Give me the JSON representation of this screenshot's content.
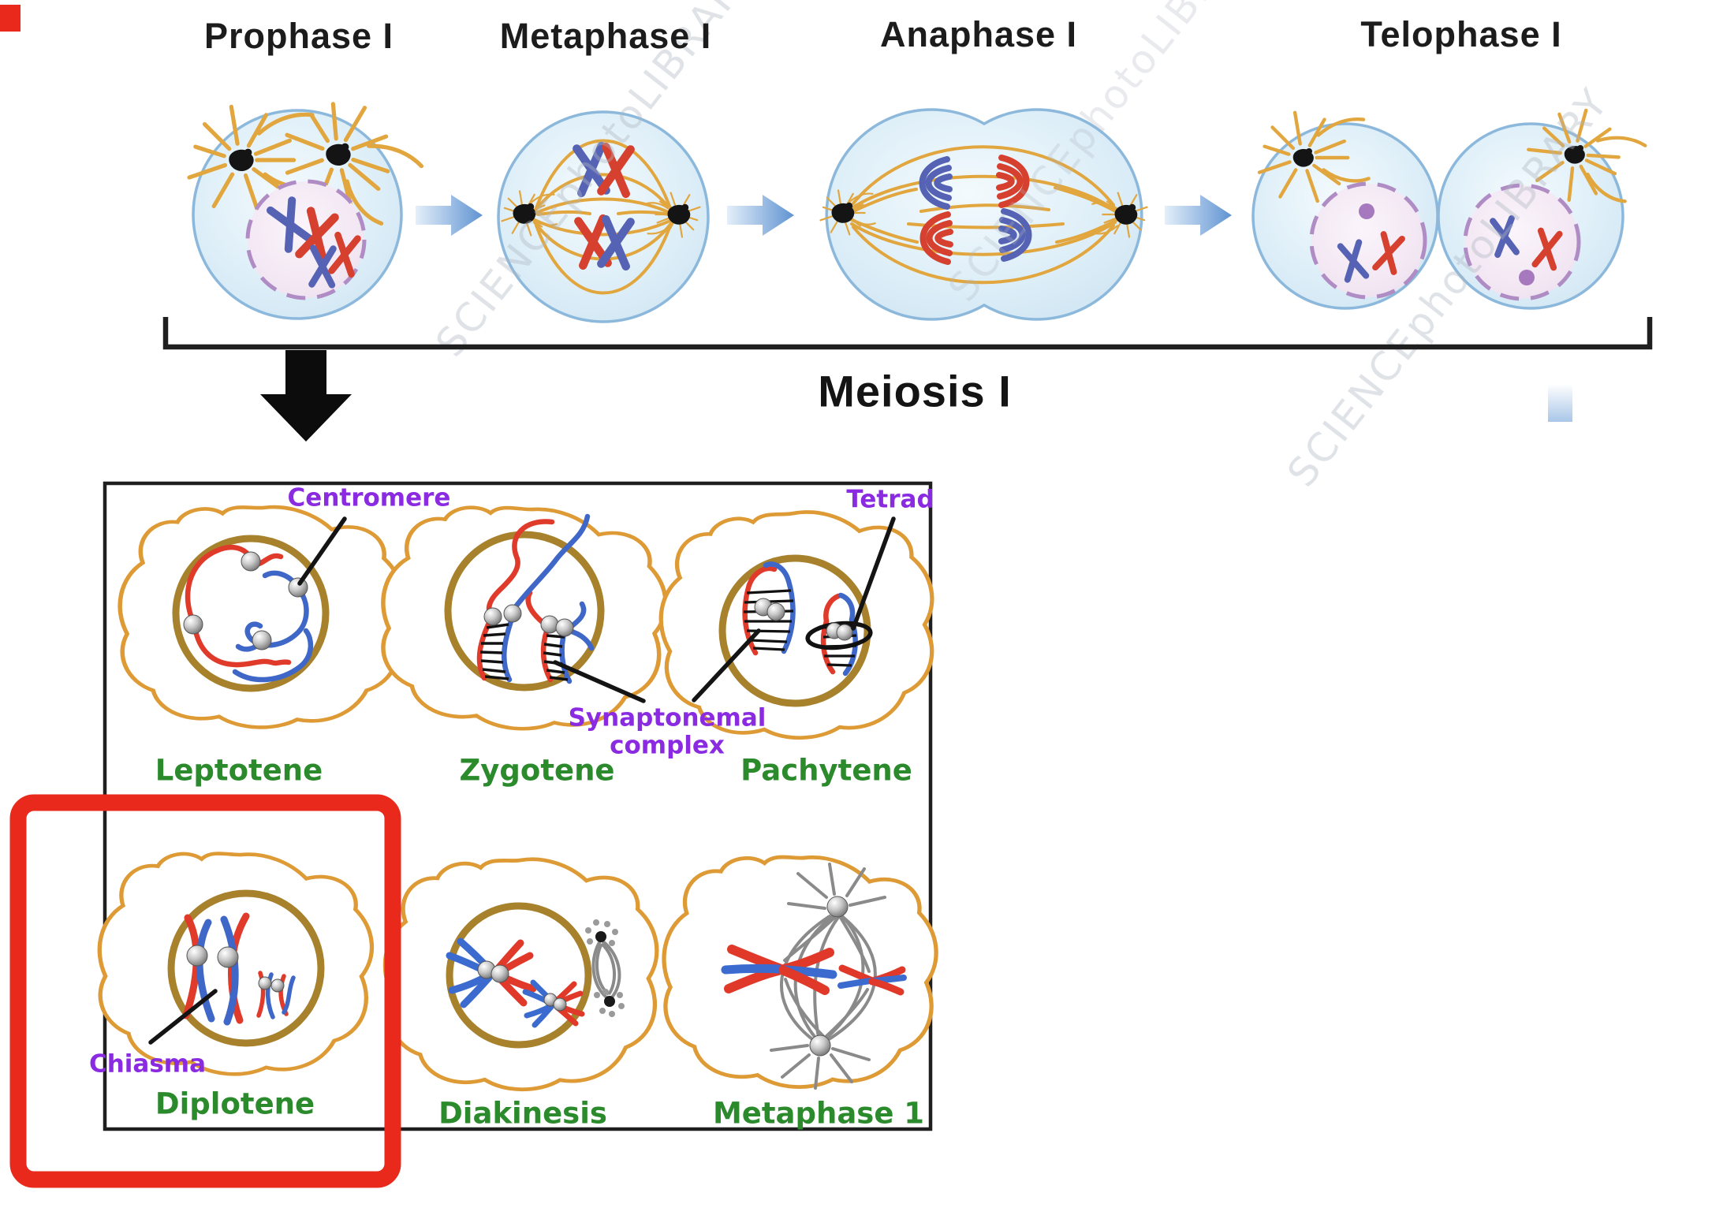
{
  "top_row": {
    "phase_titles": [
      "Prophase I",
      "Metaphase I",
      "Anaphase I",
      "Telophase I"
    ],
    "section_label": "Meiosis I",
    "flow_arrow_icon": "right-arrow",
    "bracket_arrow_icon": "down-arrow"
  },
  "prophase_detail_panel": {
    "stage_labels": [
      "Leptotene",
      "Zygotene",
      "Pachytene",
      "Diplotene",
      "Diakinesis",
      "Metaphase 1"
    ],
    "annotations": {
      "centromere": "Centromere",
      "tetrad": "Tetrad",
      "synaptonemal_line1": "Synaptonemal",
      "synaptonemal_line2": "complex",
      "chiasma": "Chiasma"
    },
    "highlight": {
      "stage": "Diplotene",
      "color": "#e8291c"
    }
  },
  "watermark_text": "SCIENCEphotoLIBRARY",
  "colors": {
    "cell_membrane_blue": "#8cb8dc",
    "cell_fill_blue": "#d9ecf6",
    "nucleus_fill_pink": "#f0e4f1",
    "nucleus_border_purple": "#b08cc4",
    "spindle_orange": "#e2a63e",
    "chromosome_red": "#d5402f",
    "chromosome_blue": "#5663b4",
    "detail_membrane_orange": "#dd9a35",
    "detail_nucleus_brown": "#a7812b",
    "stage_label_green": "#2b8a2b",
    "annotation_purple": "#8a2be2",
    "highlight_red": "#e8291c"
  }
}
